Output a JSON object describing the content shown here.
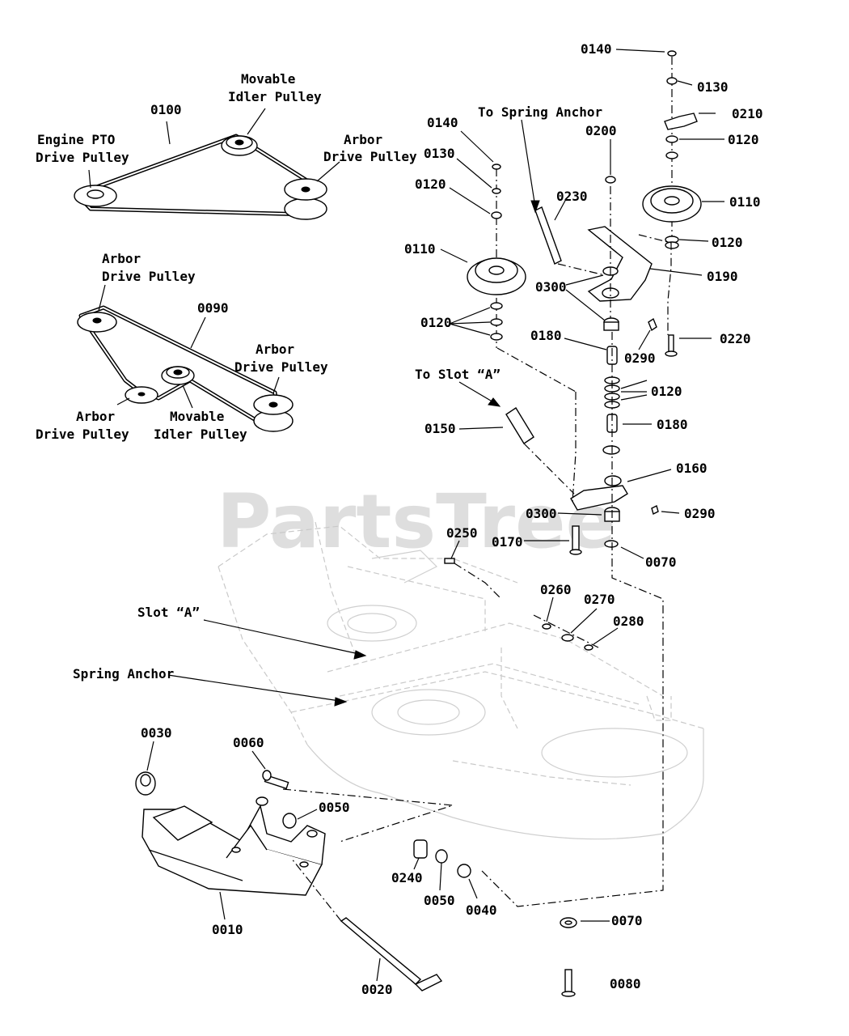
{
  "watermark": "PartsTree",
  "belt_diagram_1": {
    "belt_ref": "0100",
    "engine_pto": [
      "Engine PTO",
      "Drive Pulley"
    ],
    "movable_idler": [
      "Movable",
      "Idler Pulley"
    ],
    "arbor": [
      "Arbor",
      "Drive Pulley"
    ]
  },
  "belt_diagram_2": {
    "belt_ref": "0090",
    "arbor_top": [
      "Arbor",
      "Drive Pulley"
    ],
    "arbor_right": [
      "Arbor",
      "Drive Pulley"
    ],
    "arbor_left": [
      "Arbor",
      "Drive Pulley"
    ],
    "movable_idler": [
      "Movable",
      "Idler Pulley"
    ]
  },
  "notes": {
    "to_spring_anchor": "To Spring Anchor",
    "to_slot_a": "To Slot “A”",
    "slot_a": "Slot “A”",
    "spring_anchor": "Spring Anchor"
  },
  "callouts": [
    {
      "id": "c-0140-right",
      "text": "0140"
    },
    {
      "id": "c-0130-right",
      "text": "0130"
    },
    {
      "id": "c-0210",
      "text": "0210"
    },
    {
      "id": "c-0120-r1",
      "text": "0120"
    },
    {
      "id": "c-0110-right",
      "text": "0110"
    },
    {
      "id": "c-0120-r2",
      "text": "0120"
    },
    {
      "id": "c-0190",
      "text": "0190"
    },
    {
      "id": "c-0220",
      "text": "0220"
    },
    {
      "id": "c-0200",
      "text": "0200"
    },
    {
      "id": "c-0140-left",
      "text": "0140"
    },
    {
      "id": "c-0130-left",
      "text": "0130"
    },
    {
      "id": "c-0120-left",
      "text": "0120"
    },
    {
      "id": "c-0230",
      "text": "0230"
    },
    {
      "id": "c-0110-left",
      "text": "0110"
    },
    {
      "id": "c-0300-upper",
      "text": "0300"
    },
    {
      "id": "c-0120-lower",
      "text": "0120"
    },
    {
      "id": "c-0180-upper",
      "text": "0180"
    },
    {
      "id": "c-0290-upper",
      "text": "0290"
    },
    {
      "id": "c-0120-stack",
      "text": "0120"
    },
    {
      "id": "c-0150",
      "text": "0150"
    },
    {
      "id": "c-0180-lower",
      "text": "0180"
    },
    {
      "id": "c-0160",
      "text": "0160"
    },
    {
      "id": "c-0300-lower",
      "text": "0300"
    },
    {
      "id": "c-0290-lower",
      "text": "0290"
    },
    {
      "id": "c-0170",
      "text": "0170"
    },
    {
      "id": "c-0070-upper",
      "text": "0070"
    },
    {
      "id": "c-0250",
      "text": "0250"
    },
    {
      "id": "c-0260",
      "text": "0260"
    },
    {
      "id": "c-0270",
      "text": "0270"
    },
    {
      "id": "c-0280",
      "text": "0280"
    },
    {
      "id": "c-0030",
      "text": "0030"
    },
    {
      "id": "c-0060",
      "text": "0060"
    },
    {
      "id": "c-0050-upper",
      "text": "0050"
    },
    {
      "id": "c-0240",
      "text": "0240"
    },
    {
      "id": "c-0050-lower",
      "text": "0050"
    },
    {
      "id": "c-0040",
      "text": "0040"
    },
    {
      "id": "c-0010",
      "text": "0010"
    },
    {
      "id": "c-0020",
      "text": "0020"
    },
    {
      "id": "c-0070-lower",
      "text": "0070"
    },
    {
      "id": "c-0080",
      "text": "0080"
    }
  ]
}
